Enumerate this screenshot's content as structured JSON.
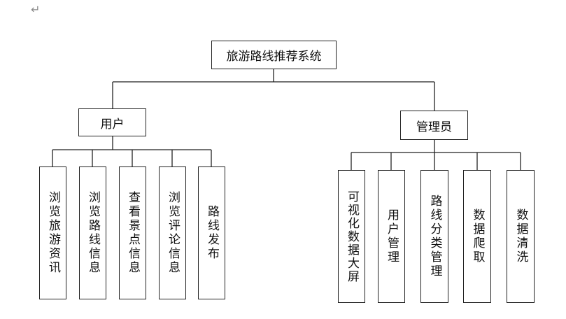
{
  "page": {
    "paragraph_mark": "↵"
  },
  "root": {
    "label": "旅游路线推荐系统"
  },
  "user": {
    "label": "用户",
    "children": [
      "浏览旅游资讯",
      "浏览路线信息",
      "查看景点信息",
      "浏览评论信息",
      "路线发布"
    ]
  },
  "admin": {
    "label": "管理员",
    "children": [
      "可视化数据大屏",
      "用户管理",
      "路线分类管理",
      "数据爬取",
      "数据清洗"
    ]
  }
}
